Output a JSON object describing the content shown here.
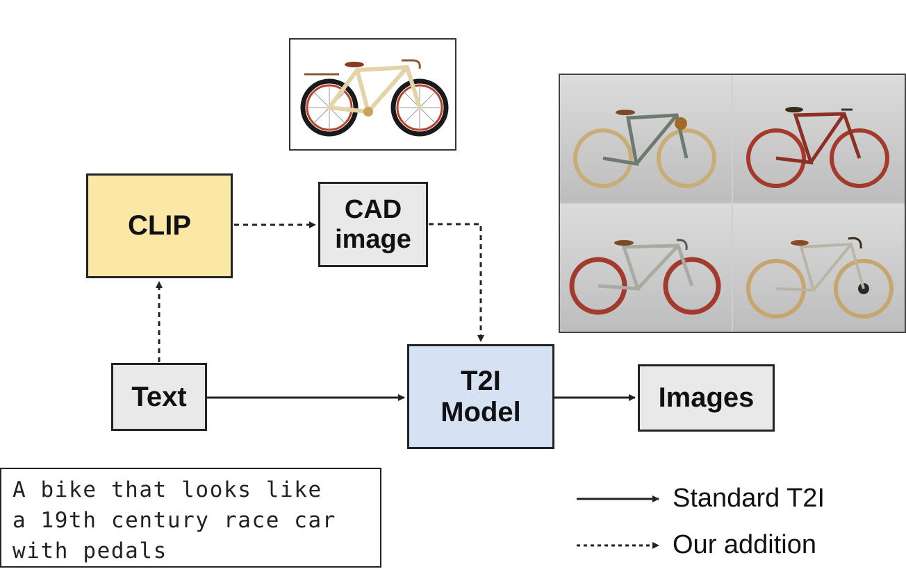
{
  "nodes": {
    "clip": "CLIP",
    "cad_image": [
      "CAD",
      "image"
    ],
    "text": "Text",
    "t2i_model": [
      "T2I",
      "Model"
    ],
    "images": "Images"
  },
  "prompt_lines": [
    "A bike that looks like",
    "a 19th century race car",
    "with pedals"
  ],
  "legend": {
    "standard": "Standard T2I",
    "addition": "Our addition"
  },
  "colors": {
    "clip_fill": "#fbe8a6",
    "t2i_fill": "#d6e1f3",
    "box_fill": "#e9e9e9",
    "line": "#222222"
  },
  "icons": {
    "cad_thumbnail": "bicycle-cad-render",
    "generated_images": "bicycle-photo-grid-2x2"
  }
}
